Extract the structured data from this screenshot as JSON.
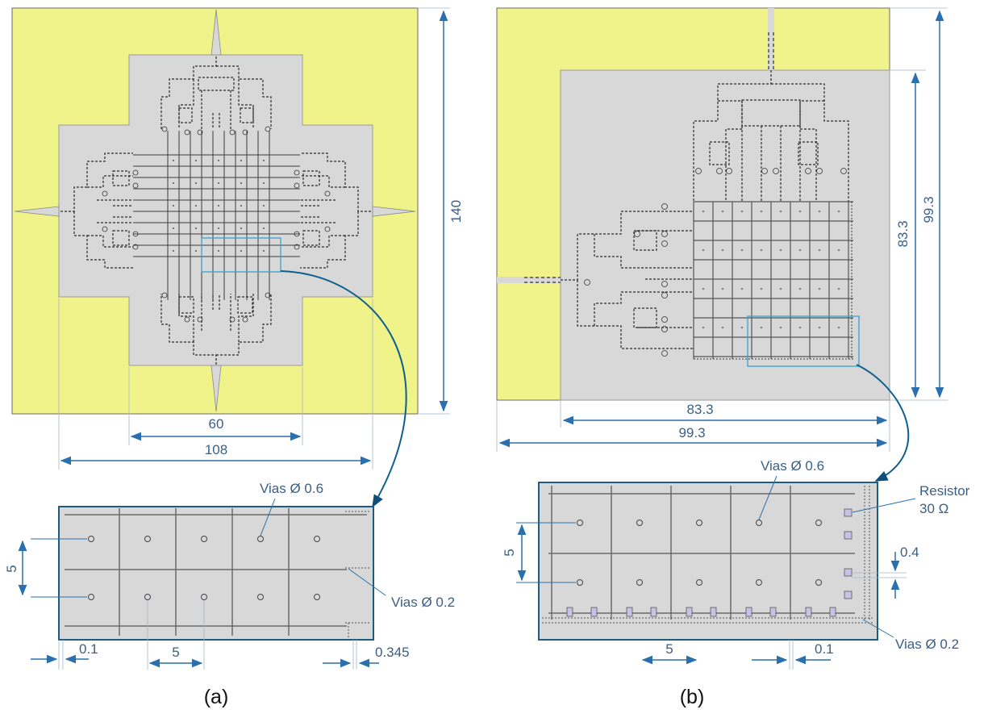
{
  "colors": {
    "substrate": "#f0f28a",
    "board": "#d8d8d8",
    "trace": "#2b2b2b",
    "dimension": "#2a6fae",
    "callout": "#1f74a8",
    "resistor": "#c8c3e6"
  },
  "panel_a": {
    "caption": "(a)",
    "dimensions": {
      "height": "140",
      "inner_width": "60",
      "outer_width": "108",
      "pitch_vertical": "5",
      "pitch_horizontal": "5",
      "gap": "0.1",
      "edge": "0.345"
    },
    "labels": {
      "vias_large": "Vias Ø 0.6",
      "vias_small": "Vias Ø 0.2"
    }
  },
  "panel_b": {
    "caption": "(b)",
    "dimensions": {
      "inner_height": "83.3",
      "outer_height": "99.3",
      "inner_width": "83.3",
      "outer_width": "99.3",
      "pitch_vertical": "5",
      "pitch_horizontal": "5",
      "gap": "0.1",
      "resistor_gap": "0.4"
    },
    "labels": {
      "vias_large": "Vias Ø 0.6",
      "vias_small": "Vias Ø 0.2",
      "resistor_line1": "Resistor",
      "resistor_line2": "30 Ω"
    }
  }
}
